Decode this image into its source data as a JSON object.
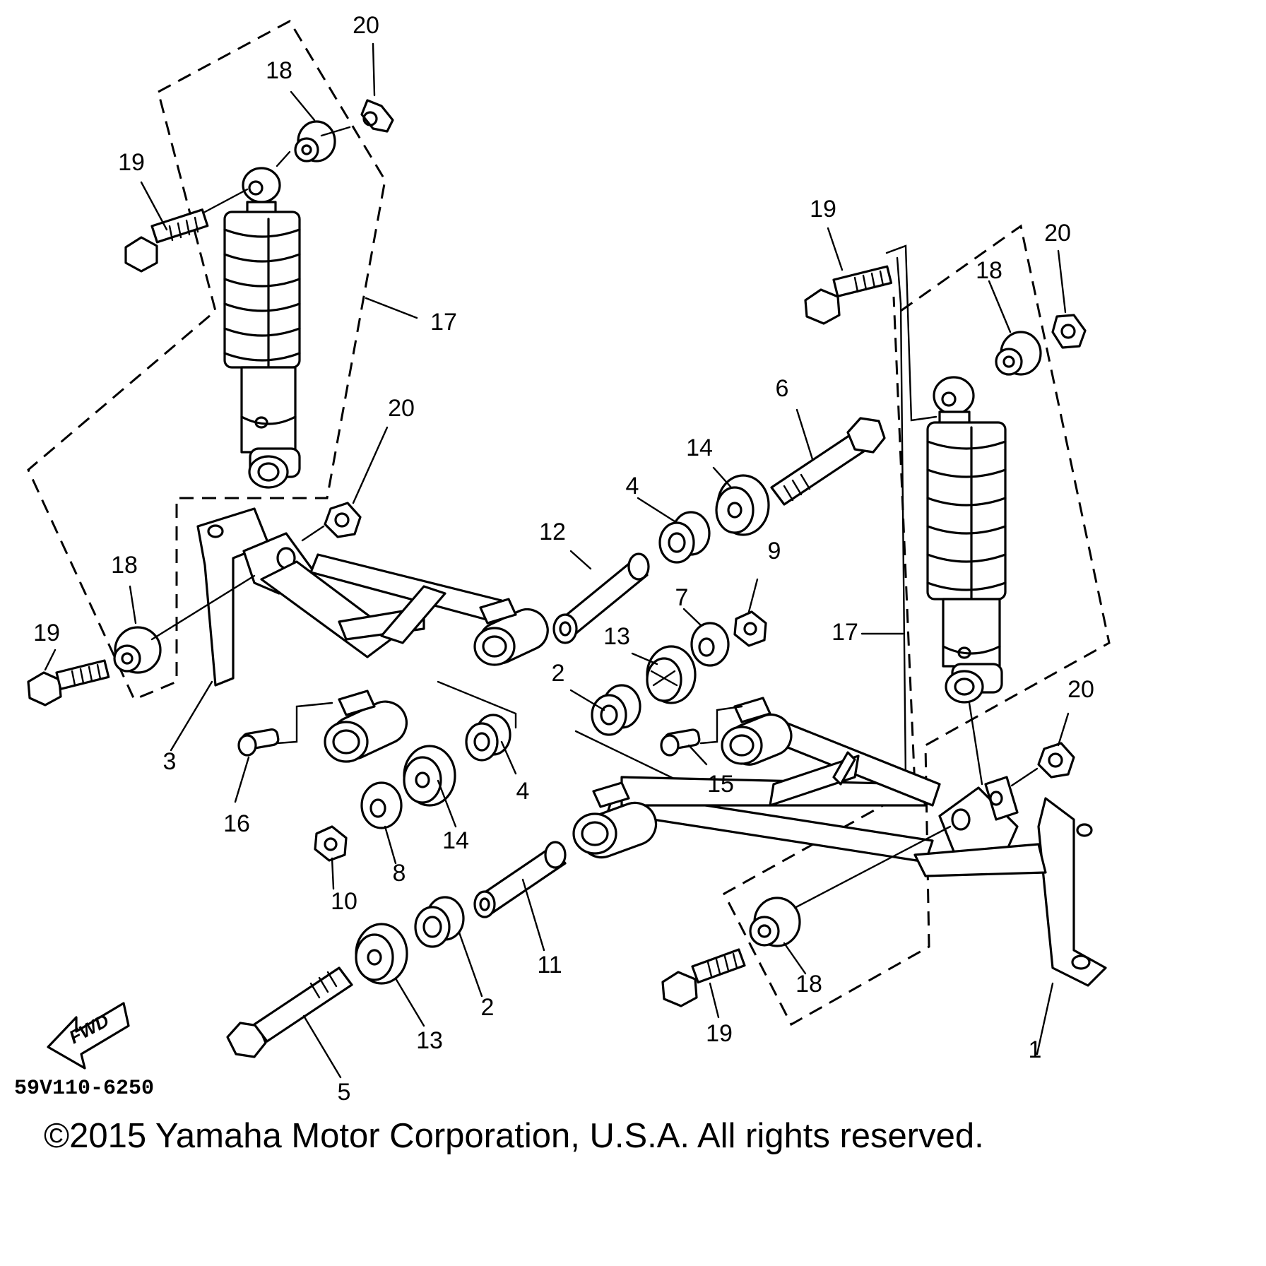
{
  "diagram": {
    "part_code": "59V110-6250",
    "copyright": "©2015 Yamaha Motor Corporation, U.S.A. All rights reserved.",
    "fwd_label": "FWD",
    "callouts": {
      "c20a": "20",
      "c18a": "18",
      "c19a": "19",
      "c17a": "17",
      "c20b": "20",
      "c18b": "18",
      "c19b": "19",
      "c3": "3",
      "c16": "16",
      "c19c": "19",
      "c20c": "20",
      "c18c": "18",
      "c6": "6",
      "c14a": "14",
      "c4a": "4",
      "c12": "12",
      "c9": "9",
      "c7": "7",
      "c13a": "13",
      "c17b": "17",
      "c2a": "2",
      "c20d": "20",
      "c15": "15",
      "c4b": "4",
      "c14b": "14",
      "c8": "8",
      "c10": "10",
      "c11": "11",
      "c2b": "2",
      "c13b": "13",
      "c5": "5",
      "c18d": "18",
      "c19d": "19",
      "c1": "1"
    }
  }
}
